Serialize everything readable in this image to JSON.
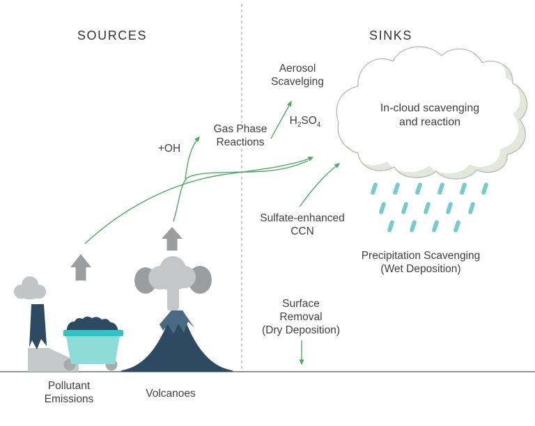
{
  "titles": {
    "sources": "SOURCES",
    "sinks": "SINKS"
  },
  "labels": {
    "oh": "+OH",
    "gas_phase": {
      "line1": "Gas Phase",
      "line2": "Reactions"
    },
    "h2so4": {
      "p1": "H",
      "s1": "2",
      "p2": "SO",
      "s2": "4"
    },
    "aerosol_scavenging": {
      "line1": "Aerosol",
      "line2": "Scavelging"
    },
    "in_cloud": {
      "line1": "In-cloud scavenging",
      "line2": "and reaction"
    },
    "sulfate_ccn": {
      "line1": "Sulfate-enhanced",
      "line2": "CCN"
    },
    "precipitation": {
      "line1": "Precipitation Scavenging",
      "line2": "(Wet Deposition)"
    },
    "surface_removal": {
      "line1": "Surface",
      "line2": "Removal",
      "line3": "(Dry Deposition)"
    },
    "pollutant_emissions": {
      "line1": "Pollutant",
      "line2": "Emissions"
    },
    "volcanoes": "Volcanoes"
  },
  "icons": [
    "factory-icon",
    "coal-cart-icon",
    "volcano-icon",
    "smoke-cloud-icon",
    "cloud-icon",
    "rain-icon",
    "gray-up-arrow-icon",
    "green-flow-arrow",
    "divider-line",
    "ground-line"
  ],
  "colors": {
    "arrow_green": "#4fa862",
    "navy": "#2e4a63",
    "volcano_light": "#4a6a84",
    "smoke_light": "#c5c6c7",
    "smoke_dark": "#9a9c9d",
    "building_gray": "#c6c8c9",
    "arrow_gray": "#9b9d9e",
    "cart_teal": "#8edcd8",
    "cart_rim_teal": "#2fc3c3",
    "rain_teal": "#79cbca",
    "cloud_shadow": "#e4e7db",
    "cloud_outline": "#b5b8b2",
    "ground_gray": "#8f9496",
    "divider_gray": "#b4b6b7",
    "text_dark": "#3f3f3f"
  }
}
